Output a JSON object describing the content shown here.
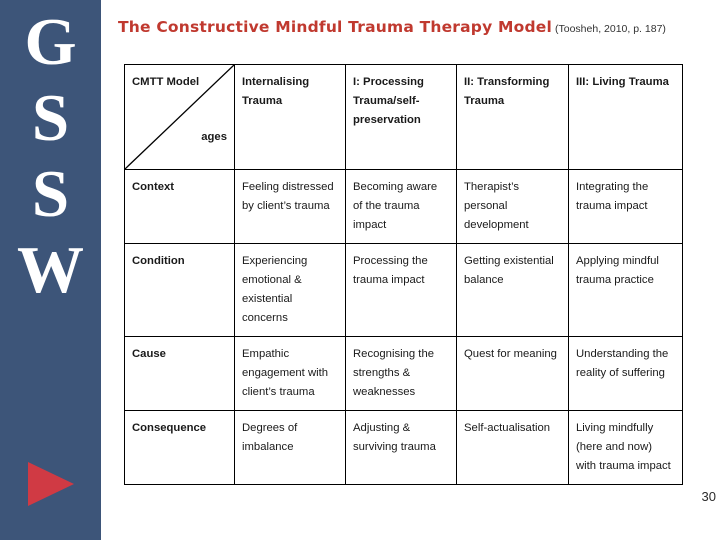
{
  "sidebar": {
    "letters": [
      "G",
      "S",
      "S",
      "W"
    ],
    "play_icon": "play-triangle-icon",
    "background_color": "#3d5579",
    "accent_color": "#d03a44"
  },
  "title": {
    "main": "The Constructive Mindful Trauma Therapy Model",
    "citation": "(Toosheh, 2010, p. 187)",
    "color": "#c0392f"
  },
  "table": {
    "corner": {
      "row_axis_label": "CMTT Model",
      "col_axis_label": "ages"
    },
    "column_headers": [
      "Internalising Trauma",
      "I: Processing Trauma/self-preservation",
      "II: Transforming Trauma",
      "III: Living Trauma"
    ],
    "rows": [
      {
        "label": "Context",
        "cells": [
          "Feeling distressed by client’s trauma",
          "Becoming aware of the trauma impact",
          "Therapist’s personal development",
          "Integrating the trauma impact"
        ]
      },
      {
        "label": "Condition",
        "cells": [
          "Experiencing emotional & existential concerns",
          "Processing the trauma impact",
          "Getting existential balance",
          "Applying mindful trauma practice"
        ]
      },
      {
        "label": "Cause",
        "cells": [
          "Empathic engagement with client’s trauma",
          "Recognising the strengths & weaknesses",
          "Quest for meaning",
          "Understanding the reality of suffering"
        ]
      },
      {
        "label": "Consequence",
        "cells": [
          "Degrees of imbalance",
          "Adjusting & surviving trauma",
          "Self-actualisation",
          "Living mindfully (here and now) with trauma impact"
        ]
      }
    ]
  },
  "page_number": "30"
}
